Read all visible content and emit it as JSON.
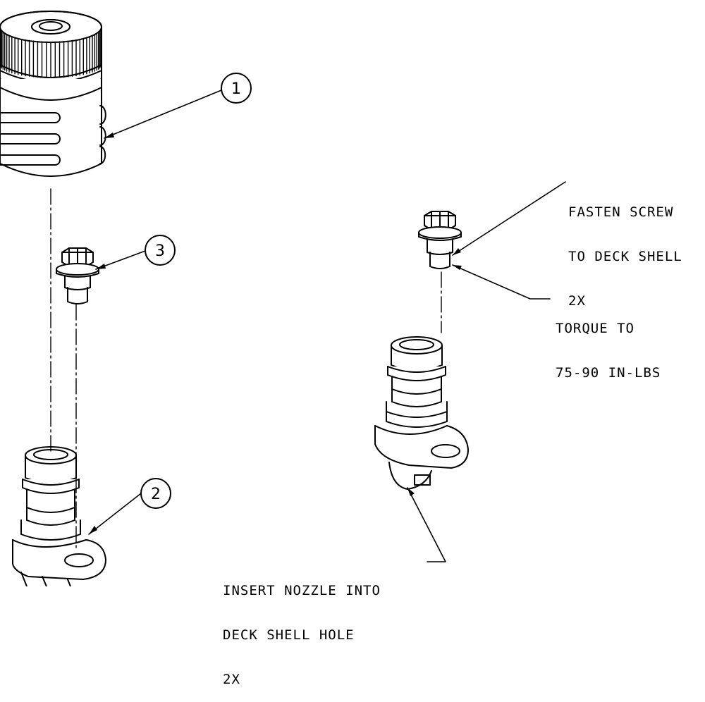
{
  "callouts": [
    {
      "number": "1"
    },
    {
      "number": "3"
    },
    {
      "number": "2"
    }
  ],
  "notes": {
    "fasten": {
      "lines": [
        "FASTEN SCREW",
        "TO DECK SHELL",
        "2X"
      ]
    },
    "torque": {
      "lines": [
        "TORQUE TO",
        "75-90 IN-LBS"
      ]
    },
    "insert": {
      "lines": [
        "INSERT NOZZLE INTO",
        "DECK SHELL HOLE",
        "2X"
      ]
    }
  },
  "parts": {
    "icons": [
      "knurled-cap-icon",
      "flange-screw-icon",
      "nozzle-icon"
    ]
  },
  "colors": {
    "line": "#000000",
    "background": "#ffffff"
  }
}
